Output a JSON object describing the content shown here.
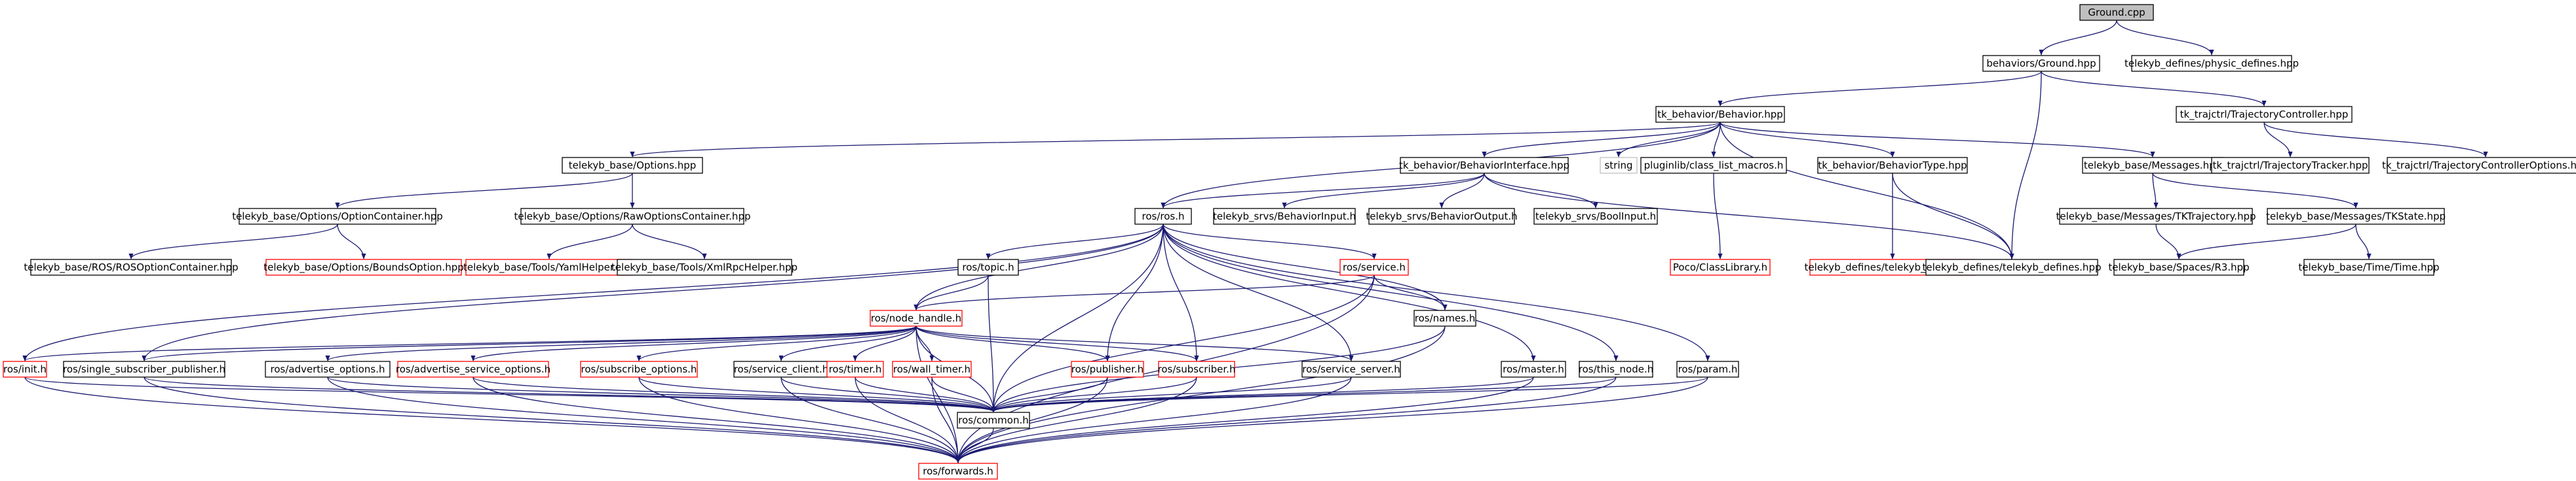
{
  "colors": {
    "edge": "#191970",
    "default_border": "#000000",
    "missing_border": "#ff0000",
    "undocumented_border": "#bfbfbf",
    "root_fill": "#bfbfbf",
    "node_fill": "#ffffff"
  },
  "nodes": [
    {
      "id": "ground_cpp",
      "label": "Ground.cpp",
      "kind": "root"
    },
    {
      "id": "behaviors_ground_hpp",
      "label": "behaviors/Ground.hpp",
      "kind": "documented"
    },
    {
      "id": "physic_defines",
      "label": "telekyb_defines/physic_defines.hpp",
      "kind": "documented"
    },
    {
      "id": "tk_behavior_hpp",
      "label": "tk_behavior/Behavior.hpp",
      "kind": "documented"
    },
    {
      "id": "traj_controller",
      "label": "tk_trajctrl/TrajectoryController.hpp",
      "kind": "documented"
    },
    {
      "id": "options_hpp",
      "label": "telekyb_base/Options.hpp",
      "kind": "documented"
    },
    {
      "id": "behavior_interface",
      "label": "tk_behavior/BehaviorInterface.hpp",
      "kind": "documented"
    },
    {
      "id": "string",
      "label": "string",
      "kind": "undocumented"
    },
    {
      "id": "class_list_macros",
      "label": "pluginlib/class_list_macros.h",
      "kind": "documented"
    },
    {
      "id": "behavior_type",
      "label": "tk_behavior/BehaviorType.hpp",
      "kind": "documented"
    },
    {
      "id": "messages_hpp",
      "label": "telekyb_base/Messages.hpp",
      "kind": "documented"
    },
    {
      "id": "traj_tracker",
      "label": "tk_trajctrl/TrajectoryTracker.hpp",
      "kind": "documented"
    },
    {
      "id": "traj_ctrl_options",
      "label": "tk_trajctrl/TrajectoryControllerOptions.hpp",
      "kind": "documented"
    },
    {
      "id": "option_container",
      "label": "telekyb_base/Options/OptionContainer.hpp",
      "kind": "documented"
    },
    {
      "id": "raw_options_container",
      "label": "telekyb_base/Options/RawOptionsContainer.hpp",
      "kind": "documented"
    },
    {
      "id": "ros_ros_h",
      "label": "ros/ros.h",
      "kind": "documented"
    },
    {
      "id": "behavior_input",
      "label": "telekyb_srvs/BehaviorInput.h",
      "kind": "documented"
    },
    {
      "id": "behavior_output",
      "label": "telekyb_srvs/BehaviorOutput.h",
      "kind": "documented"
    },
    {
      "id": "bool_input",
      "label": "telekyb_srvs/BoolInput.h",
      "kind": "documented"
    },
    {
      "id": "poco_class_library",
      "label": "Poco/ClassLibrary.h",
      "kind": "missing"
    },
    {
      "id": "telekyb_enums",
      "label": "telekyb_defines/telekyb_enums.hpp",
      "kind": "missing"
    },
    {
      "id": "tk_trajectory",
      "label": "telekyb_base/Messages/TKTrajectory.hpp",
      "kind": "documented"
    },
    {
      "id": "tk_state",
      "label": "telekyb_base/Messages/TKState.hpp",
      "kind": "documented"
    },
    {
      "id": "ros_option_container",
      "label": "telekyb_base/ROS/ROSOptionContainer.hpp",
      "kind": "documented"
    },
    {
      "id": "bounds_option",
      "label": "telekyb_base/Options/BoundsOption.hpp",
      "kind": "missing"
    },
    {
      "id": "yaml_helper",
      "label": "telekyb_base/Tools/YamlHelper.hpp",
      "kind": "missing"
    },
    {
      "id": "xmlrpc_helper",
      "label": "telekyb_base/Tools/XmlRpcHelper.hpp",
      "kind": "documented"
    },
    {
      "id": "ros_topic_h",
      "label": "ros/topic.h",
      "kind": "documented"
    },
    {
      "id": "ros_service_h",
      "label": "ros/service.h",
      "kind": "missing"
    },
    {
      "id": "telekyb_defines_hpp",
      "label": "telekyb_defines/telekyb_defines.hpp",
      "kind": "documented"
    },
    {
      "id": "r3_hpp",
      "label": "telekyb_base/Spaces/R3.hpp",
      "kind": "documented"
    },
    {
      "id": "time_hpp",
      "label": "telekyb_base/Time/Time.hpp",
      "kind": "documented"
    },
    {
      "id": "node_handle",
      "label": "ros/node_handle.h",
      "kind": "missing"
    },
    {
      "id": "ros_names",
      "label": "ros/names.h",
      "kind": "documented"
    },
    {
      "id": "ros_init",
      "label": "ros/init.h",
      "kind": "missing"
    },
    {
      "id": "single_sub_pub",
      "label": "ros/single_subscriber_publisher.h",
      "kind": "documented"
    },
    {
      "id": "advertise_options",
      "label": "ros/advertise_options.h",
      "kind": "documented"
    },
    {
      "id": "advertise_service_options",
      "label": "ros/advertise_service_options.h",
      "kind": "missing"
    },
    {
      "id": "subscribe_options",
      "label": "ros/subscribe_options.h",
      "kind": "missing"
    },
    {
      "id": "service_client",
      "label": "ros/service_client.h",
      "kind": "documented"
    },
    {
      "id": "ros_timer",
      "label": "ros/timer.h",
      "kind": "missing"
    },
    {
      "id": "wall_timer",
      "label": "ros/wall_timer.h",
      "kind": "missing"
    },
    {
      "id": "ros_publisher",
      "label": "ros/publisher.h",
      "kind": "missing"
    },
    {
      "id": "ros_subscriber",
      "label": "ros/subscriber.h",
      "kind": "missing"
    },
    {
      "id": "service_server",
      "label": "ros/service_server.h",
      "kind": "documented"
    },
    {
      "id": "ros_master",
      "label": "ros/master.h",
      "kind": "documented"
    },
    {
      "id": "this_node",
      "label": "ros/this_node.h",
      "kind": "documented"
    },
    {
      "id": "ros_param",
      "label": "ros/param.h",
      "kind": "documented"
    },
    {
      "id": "ros_common",
      "label": "ros/common.h",
      "kind": "documented"
    },
    {
      "id": "ros_forwards",
      "label": "ros/forwards.h",
      "kind": "missing"
    }
  ],
  "edges": [
    [
      "ground_cpp",
      "behaviors_ground_hpp"
    ],
    [
      "ground_cpp",
      "physic_defines"
    ],
    [
      "behaviors_ground_hpp",
      "tk_behavior_hpp"
    ],
    [
      "behaviors_ground_hpp",
      "traj_controller"
    ],
    [
      "behaviors_ground_hpp",
      "telekyb_defines_hpp"
    ],
    [
      "tk_behavior_hpp",
      "options_hpp"
    ],
    [
      "tk_behavior_hpp",
      "behavior_interface"
    ],
    [
      "tk_behavior_hpp",
      "string"
    ],
    [
      "tk_behavior_hpp",
      "class_list_macros"
    ],
    [
      "tk_behavior_hpp",
      "behavior_type"
    ],
    [
      "tk_behavior_hpp",
      "messages_hpp"
    ],
    [
      "tk_behavior_hpp",
      "ros_ros_h"
    ],
    [
      "tk_behavior_hpp",
      "telekyb_defines_hpp"
    ],
    [
      "traj_controller",
      "traj_tracker"
    ],
    [
      "traj_controller",
      "traj_ctrl_options"
    ],
    [
      "options_hpp",
      "option_container"
    ],
    [
      "options_hpp",
      "raw_options_container"
    ],
    [
      "option_container",
      "ros_option_container"
    ],
    [
      "option_container",
      "bounds_option"
    ],
    [
      "raw_options_container",
      "yaml_helper"
    ],
    [
      "raw_options_container",
      "xmlrpc_helper"
    ],
    [
      "behavior_interface",
      "ros_ros_h"
    ],
    [
      "behavior_interface",
      "behavior_input"
    ],
    [
      "behavior_interface",
      "behavior_output"
    ],
    [
      "behavior_interface",
      "bool_input"
    ],
    [
      "behavior_interface",
      "telekyb_defines_hpp"
    ],
    [
      "class_list_macros",
      "poco_class_library"
    ],
    [
      "behavior_type",
      "telekyb_enums"
    ],
    [
      "behavior_type",
      "telekyb_defines_hpp"
    ],
    [
      "telekyb_enums",
      "telekyb_defines_hpp"
    ],
    [
      "messages_hpp",
      "tk_trajectory"
    ],
    [
      "messages_hpp",
      "tk_state"
    ],
    [
      "tk_trajectory",
      "r3_hpp"
    ],
    [
      "tk_state",
      "r3_hpp"
    ],
    [
      "tk_state",
      "time_hpp"
    ],
    [
      "ros_ros_h",
      "ros_topic_h"
    ],
    [
      "ros_ros_h",
      "ros_service_h"
    ],
    [
      "ros_ros_h",
      "node_handle"
    ],
    [
      "ros_ros_h",
      "ros_names"
    ],
    [
      "ros_ros_h",
      "ros_init"
    ],
    [
      "ros_ros_h",
      "ros_publisher"
    ],
    [
      "ros_ros_h",
      "ros_subscriber"
    ],
    [
      "ros_ros_h",
      "service_server"
    ],
    [
      "ros_ros_h",
      "ros_master"
    ],
    [
      "ros_ros_h",
      "this_node"
    ],
    [
      "ros_ros_h",
      "ros_param"
    ],
    [
      "ros_ros_h",
      "ros_common"
    ],
    [
      "ros_ros_h",
      "single_sub_pub"
    ],
    [
      "ros_topic_h",
      "node_handle"
    ],
    [
      "ros_topic_h",
      "ros_common"
    ],
    [
      "ros_service_h",
      "node_handle"
    ],
    [
      "ros_service_h",
      "ros_names"
    ],
    [
      "ros_service_h",
      "ros_common"
    ],
    [
      "ros_service_h",
      "ros_forwards"
    ],
    [
      "node_handle",
      "ros_init"
    ],
    [
      "node_handle",
      "single_sub_pub"
    ],
    [
      "node_handle",
      "advertise_options"
    ],
    [
      "node_handle",
      "advertise_service_options"
    ],
    [
      "node_handle",
      "subscribe_options"
    ],
    [
      "node_handle",
      "service_client"
    ],
    [
      "node_handle",
      "ros_timer"
    ],
    [
      "node_handle",
      "wall_timer"
    ],
    [
      "node_handle",
      "ros_publisher"
    ],
    [
      "node_handle",
      "ros_subscriber"
    ],
    [
      "node_handle",
      "service_server"
    ],
    [
      "node_handle",
      "ros_common"
    ],
    [
      "node_handle",
      "ros_forwards"
    ],
    [
      "ros_names",
      "ros_common"
    ],
    [
      "ros_names",
      "ros_forwards"
    ],
    [
      "ros_init",
      "ros_common"
    ],
    [
      "ros_init",
      "ros_forwards"
    ],
    [
      "single_sub_pub",
      "ros_common"
    ],
    [
      "single_sub_pub",
      "ros_forwards"
    ],
    [
      "advertise_options",
      "ros_common"
    ],
    [
      "advertise_options",
      "ros_forwards"
    ],
    [
      "advertise_service_options",
      "ros_common"
    ],
    [
      "advertise_service_options",
      "ros_forwards"
    ],
    [
      "subscribe_options",
      "ros_common"
    ],
    [
      "subscribe_options",
      "ros_forwards"
    ],
    [
      "service_client",
      "ros_common"
    ],
    [
      "service_client",
      "ros_forwards"
    ],
    [
      "ros_timer",
      "ros_common"
    ],
    [
      "ros_timer",
      "ros_forwards"
    ],
    [
      "wall_timer",
      "ros_common"
    ],
    [
      "wall_timer",
      "ros_forwards"
    ],
    [
      "ros_publisher",
      "ros_common"
    ],
    [
      "ros_publisher",
      "ros_forwards"
    ],
    [
      "ros_subscriber",
      "ros_common"
    ],
    [
      "ros_subscriber",
      "ros_forwards"
    ],
    [
      "service_server",
      "ros_common"
    ],
    [
      "service_server",
      "ros_forwards"
    ],
    [
      "ros_master",
      "ros_common"
    ],
    [
      "ros_master",
      "ros_forwards"
    ],
    [
      "this_node",
      "ros_common"
    ],
    [
      "this_node",
      "ros_forwards"
    ],
    [
      "ros_param",
      "ros_common"
    ],
    [
      "ros_param",
      "ros_forwards"
    ],
    [
      "ros_common",
      "ros_forwards"
    ]
  ]
}
